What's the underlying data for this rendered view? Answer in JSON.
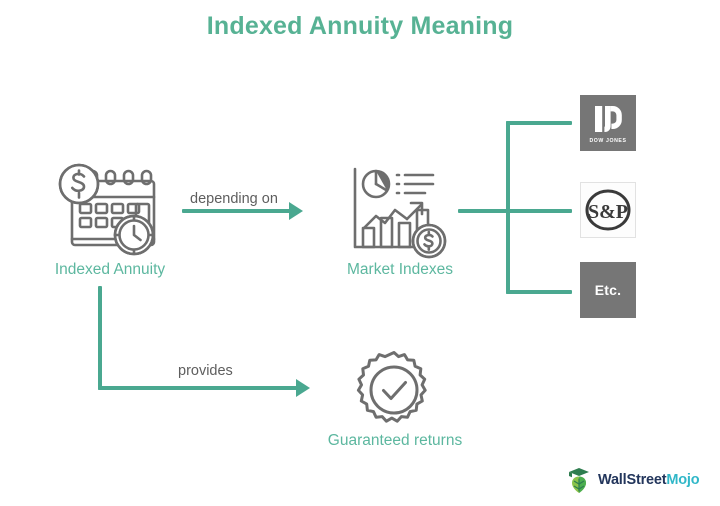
{
  "page": {
    "title": "Indexed Annuity Meaning",
    "background": "#ffffff",
    "accent_color": "#4aa890",
    "label_color": "#5cb79f",
    "icon_color": "#6e6e6e",
    "edge_text_color": "#5e5e5e"
  },
  "nodes": {
    "source": {
      "label": "Indexed Annuity",
      "icon": "calendar-dollar-clock-icon"
    },
    "market": {
      "label": "Market Indexes",
      "icon": "bar-chart-pie-dollar-icon"
    },
    "returns": {
      "label": "Guaranteed returns",
      "icon": "badge-check-seal-icon"
    }
  },
  "edges": [
    {
      "label": "depending on",
      "from": "Indexed Annuity",
      "to": "Market Indexes"
    },
    {
      "label": "provides",
      "from": "Indexed Annuity",
      "to": "Guaranteed returns"
    }
  ],
  "indexes": [
    {
      "name": "Dow Jones",
      "monogram": "DJ",
      "caption": "DOW JONES",
      "style": "gray",
      "icon": "dow-jones-logo-icon"
    },
    {
      "name": "S&P",
      "monogram": "S&P",
      "caption": "",
      "style": "white",
      "icon": "sp-logo-icon"
    },
    {
      "name": "Etc.",
      "monogram": "Etc.",
      "caption": "",
      "style": "gray",
      "icon": "etc-tile-icon"
    }
  ],
  "brand": {
    "name_primary": "WallStreet",
    "name_accent": "Mojo",
    "icon": "wallstreetmojo-logo-icon",
    "primary_color": "#23365c",
    "accent_color": "#30b7c8"
  }
}
